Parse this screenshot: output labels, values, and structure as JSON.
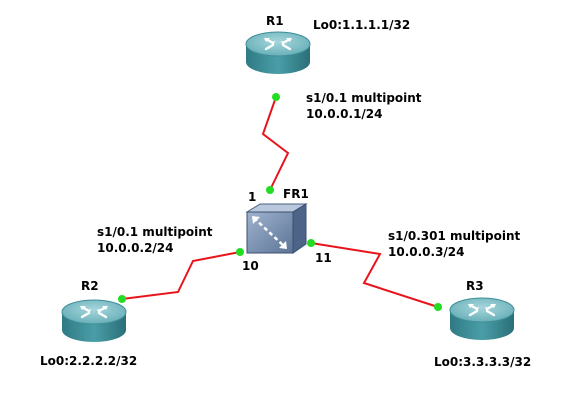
{
  "diagram": {
    "devices": {
      "r1": {
        "name": "R1",
        "loopback": "Lo0:1.1.1.1/32",
        "interface": "s1/0.1 multipoint",
        "address": "10.0.0.1/24"
      },
      "r2": {
        "name": "R2",
        "loopback": "Lo0:2.2.2.2/32",
        "interface": "s1/0.1 multipoint",
        "address": "10.0.0.2/24"
      },
      "r3": {
        "name": "R3",
        "loopback": "Lo0:3.3.3.3/32",
        "interface": "s1/0.301 multipoint",
        "address": "10.0.0.3/24"
      },
      "fr1": {
        "name": "FR1",
        "ports": {
          "to_r1": "1",
          "to_r2": "10",
          "to_r3": "11"
        }
      }
    },
    "colors": {
      "link": "#e8141c",
      "endpoint": "#22dd22",
      "router_body": "#3a8c96",
      "router_top": "#6fb8c0",
      "switch_body": "#7f93b0"
    },
    "icons": {
      "router": "router-icon",
      "switch": "frame-relay-switch-icon"
    }
  }
}
